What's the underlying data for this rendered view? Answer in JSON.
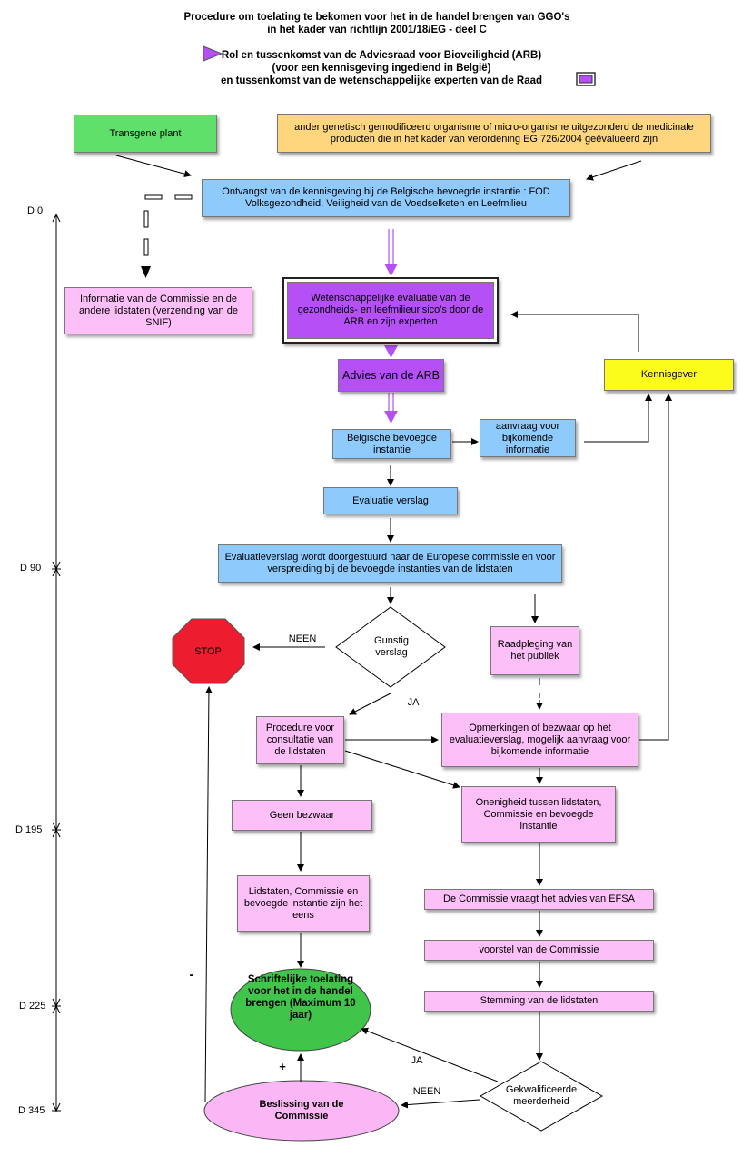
{
  "header": {
    "title_line1": "Procedure om toelating te bekomen voor het in de handel brengen van GGO's",
    "title_line2": "in het kader van richtlijn 2001/18/EG - deel C",
    "legend_line1": "Rol en tussenkomst van de Adviesraad voor Bioveiligheid (ARB)",
    "legend_line2": "(voor een kennisgeving ingediend in België)",
    "legend_line3": "en tussenkomst van de wetenschappelijke experten van de Raad",
    "legend_arrow_color": "#b54ff6",
    "legend_box_color": "#b54ff6"
  },
  "nodes": {
    "transgene_plant": "Transgene plant",
    "other_gmo": "ander genetisch gemodificeerd organisme of micro-organisme uitgezonderd de medicinale producten die in het kader van verordening EG 726/2004 geëvalueerd zijn",
    "reception": "Ontvangst van de kennisgeving bij de Belgische bevoegde instantie : FOD Volksgezondheid, Veiligheid van de Voedselketen en Leefmilieu",
    "info_commission": "Informatie van de Commissie en de andere lidstaten (verzending van de SNIF)",
    "scientific_eval": "Wetenschappelijke evaluatie van de gezondheids- en leefmilieurisico's door de ARB en zijn experten",
    "arb_advice": "Advies van de ARB",
    "notifier": "Kennisgever",
    "belgian_authority": "Belgische bevoegde instantie",
    "extra_info_request": "aanvraag voor bijkomende informatie",
    "eval_report": "Evaluatie verslag",
    "report_forwarded": "Evaluatieverslag wordt doorgestuurd naar de Europese commissie en voor verspreiding bij de bevoegde instanties van de lidstaten",
    "favourable_report": "Gunstig verslag",
    "stop": "STOP",
    "public_consultation": "Raadpleging van het publiek",
    "consultation_member_states": "Procedure voor consultatie van de lidstaten",
    "objections": "Opmerkingen of bezwaar op het evaluatieverslag, mogelijk aanvraag voor bijkomende informatie",
    "no_objection": "Geen bezwaar",
    "disagreement": "Onenigheid tussen lidstaten, Commissie en bevoegde instantie",
    "agreement": "Lidstaten, Commissie en bevoegde instantie zijn het eens",
    "efsa_advice": "De Commissie vraagt het advies van EFSA",
    "commission_proposal": "voorstel van de Commissie",
    "member_state_vote": "Stemming van de lidstaten",
    "written_authorisation": "Schriftelijke toelating voor het in de handel brengen (Maximum 10 jaar)",
    "qualified_majority": "Gekwalificeerde meerderheid",
    "commission_decision": "Beslissing van de Commissie"
  },
  "edge_labels": {
    "neen_top": "NEEN",
    "ja_top": "JA",
    "ja_bottom": "JA",
    "neen_bottom": "NEEN",
    "plus": "+",
    "minus": "-"
  },
  "timeline": {
    "d0": "D 0",
    "d90": "D 90",
    "d195": "D 195",
    "d225": "D 225",
    "d345": "D 345"
  }
}
